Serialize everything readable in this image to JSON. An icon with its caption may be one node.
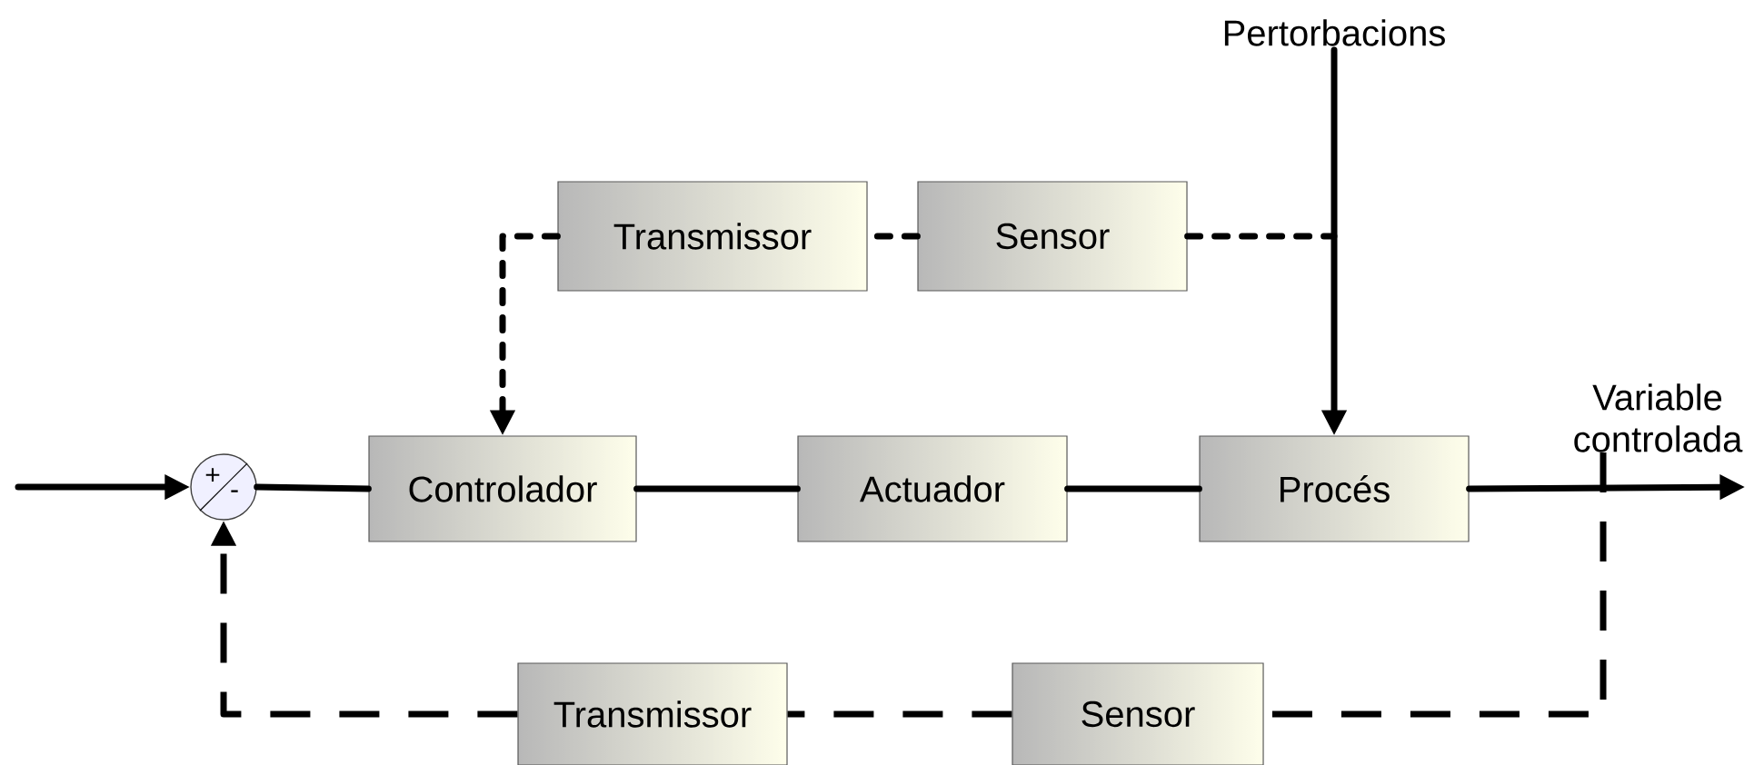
{
  "diagram": {
    "nodes": [
      {
        "text": [
          "Pertorbacions"
        ]
      },
      {
        "text": [
          "Transmissor"
        ]
      },
      {
        "text": [
          "Sensor"
        ]
      },
      {
        "text": [
          "+",
          "-"
        ]
      },
      {
        "text": [
          "Controlador"
        ]
      },
      {
        "text": [
          "Actuador"
        ]
      },
      {
        "text": [
          "Procés"
        ]
      },
      {
        "text": [
          "Variable controlada"
        ]
      },
      {
        "text": [
          "Transmissor"
        ]
      },
      {
        "text": [
          "Sensor"
        ]
      }
    ],
    "edges": [
      {
        "from": null,
        "to": 3,
        "arrow": "to"
      },
      {
        "from": 3,
        "to": 4,
        "arrow": "none"
      },
      {
        "from": 4,
        "to": 5,
        "arrow": "none"
      },
      {
        "from": 5,
        "to": 6,
        "arrow": "none"
      },
      {
        "from": 6,
        "to": 7,
        "arrow": "to"
      },
      {
        "from": 0,
        "to": 6,
        "arrow": "to"
      },
      {
        "from": 2,
        "to": null,
        "arrow": "none",
        "style": "dashed"
      },
      {
        "from": 2,
        "to": 1,
        "arrow": "none",
        "style": "dashed"
      },
      {
        "from": 1,
        "to": 4,
        "arrow": "to",
        "style": "dashed"
      },
      {
        "from": 7,
        "to": 9,
        "arrow": "none",
        "style": "dashed"
      },
      {
        "from": 9,
        "to": 8,
        "arrow": "none",
        "style": "dashed"
      },
      {
        "from": 8,
        "to": 3,
        "arrow": "to",
        "style": "dashed"
      }
    ]
  }
}
